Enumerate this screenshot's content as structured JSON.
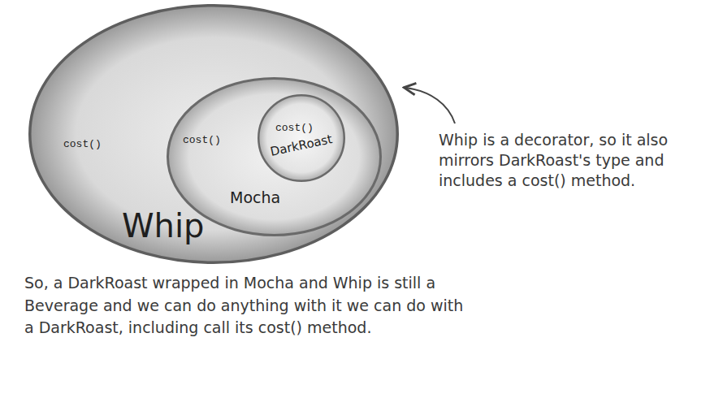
{
  "diagram": {
    "caption": "So, a DarkRoast wrapped in Mocha and Whip is still a Beverage and we can do anything with it we can do with a DarkRoast, including call its cost() method.",
    "nodes": [
      {
        "text": [
          "cost()",
          "Whip"
        ]
      },
      {
        "text": [
          "cost()",
          "Mocha"
        ],
        "in": 0
      },
      {
        "text": [
          "cost()",
          "DarkRoast"
        ],
        "in": 1
      }
    ],
    "labels": [
      "Whip is a decorator, so it also mirrors DarkRoast's type and includes a cost() method."
    ]
  }
}
